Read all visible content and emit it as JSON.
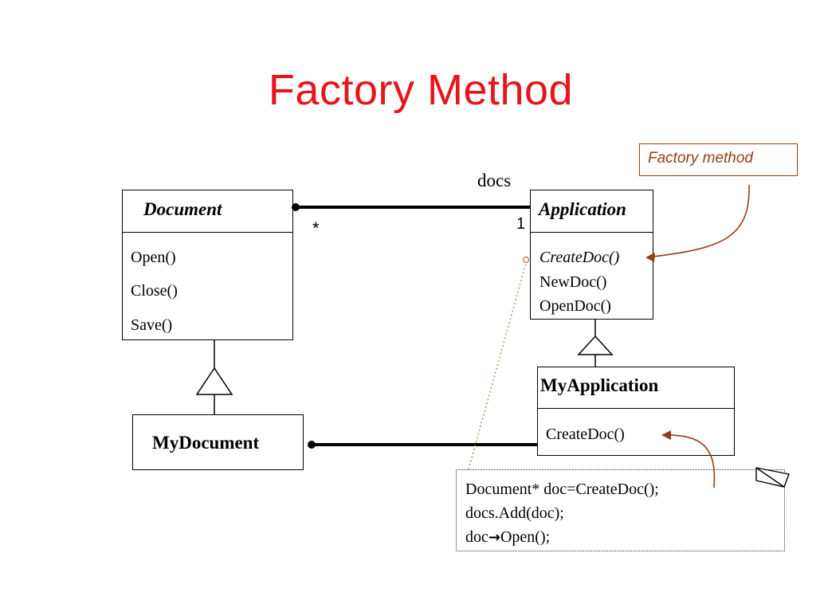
{
  "title": "Factory Method",
  "callout": {
    "text": "Factory method"
  },
  "document_class": {
    "name": "Document",
    "operations": [
      "Open()",
      "Close()",
      "Save()"
    ]
  },
  "application_class": {
    "name": "Application",
    "operations": [
      "CreateDoc()",
      "NewDoc()",
      "OpenDoc()"
    ]
  },
  "mydocument_class": {
    "name": "MyDocument"
  },
  "myapplication_class": {
    "name": "MyApplication",
    "operations": [
      "CreateDoc()"
    ]
  },
  "association": {
    "role": "docs",
    "multiplicity_many": "*",
    "multiplicity_one": "1"
  },
  "note": {
    "lines": [
      "Document* doc=CreateDoc();",
      "docs.Add(doc);",
      "Open();"
    ],
    "line3_prefix": "doc",
    "line3_arrow": "→"
  },
  "colors": {
    "title": "#e8141b",
    "callout": "#9b3a13",
    "note_line": "#c0703a"
  }
}
